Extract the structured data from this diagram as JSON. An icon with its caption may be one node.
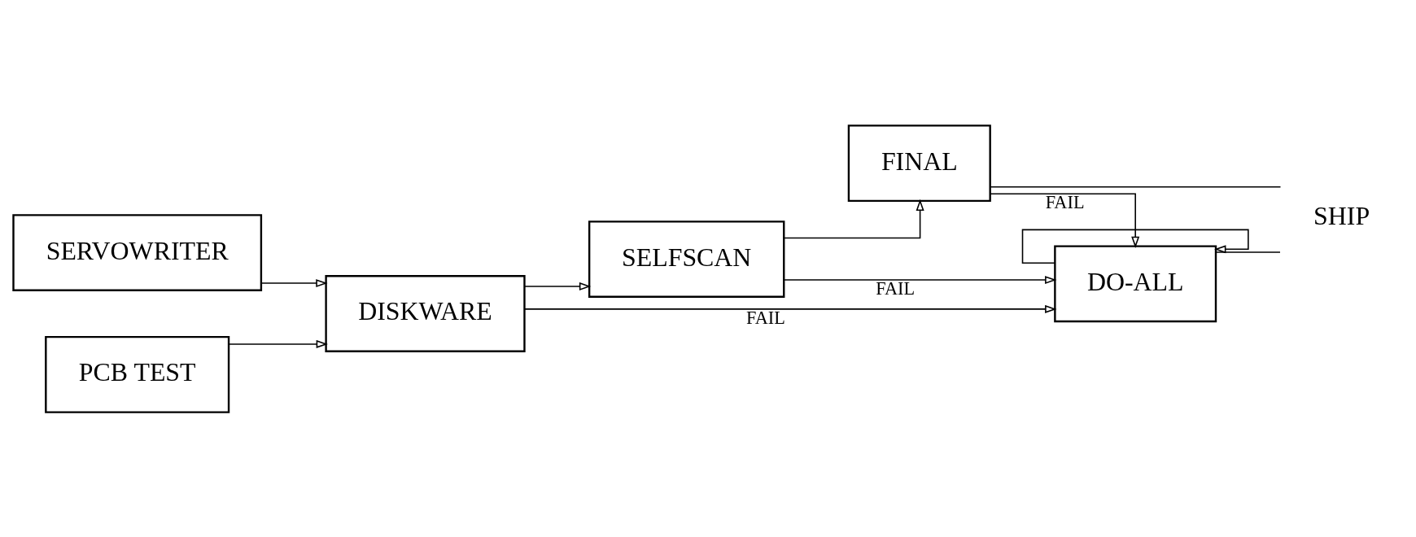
{
  "diagram": {
    "nodes": [
      {
        "text": [
          "SERVOWRITER"
        ]
      },
      {
        "text": [
          "PCB TEST"
        ]
      },
      {
        "text": [
          "DISKWARE"
        ]
      },
      {
        "text": [
          "SELFSCAN"
        ]
      },
      {
        "text": [
          "FINAL"
        ]
      },
      {
        "text": [
          "SHIP"
        ]
      },
      {
        "text": [
          "DO-ALL"
        ]
      }
    ],
    "edges": [
      {
        "from": 0,
        "to": 2,
        "arrow": "to"
      },
      {
        "from": 1,
        "to": 2,
        "arrow": "to"
      },
      {
        "from": 2,
        "to": 3,
        "arrow": "to"
      },
      {
        "from": 3,
        "to": 4,
        "arrow": "to"
      },
      {
        "from": 4,
        "to": 5,
        "arrow": "none"
      },
      {
        "from": 2,
        "to": 6,
        "arrow": "to",
        "label": "FAIL"
      },
      {
        "from": 3,
        "to": 6,
        "arrow": "to",
        "label": "FAIL"
      },
      {
        "from": 4,
        "to": 6,
        "arrow": "to",
        "label": "FAIL"
      },
      {
        "from": 6,
        "to": 5,
        "arrow": "none"
      },
      {
        "from": 6,
        "to": 6,
        "arrow": "to"
      }
    ]
  }
}
